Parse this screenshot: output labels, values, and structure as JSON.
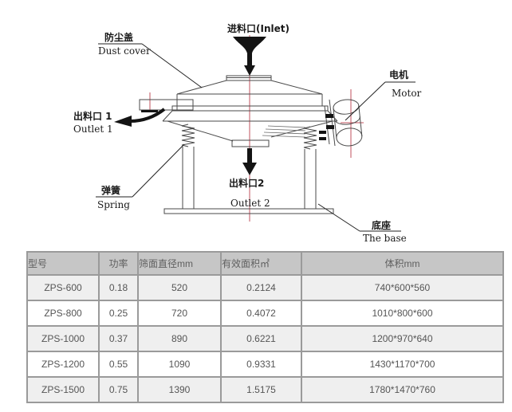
{
  "diagram": {
    "labels": {
      "dust_cover_zh": "防尘盖",
      "dust_cover_en": "Dust cover",
      "inlet": "进料口(Inlet)",
      "motor_zh": "电机",
      "motor_en": "Motor",
      "outlet1_zh": "出料口 1",
      "outlet1_en": "Outlet 1",
      "spring_zh": "弹簧",
      "spring_en": "Spring",
      "outlet2_zh": "出料口2",
      "outlet2_en": "Outlet 2",
      "base_zh": "底座",
      "base_en": "The base"
    },
    "colors": {
      "line": "#4a4a4a",
      "centerline": "#c0505e",
      "label_text": "#1a1a1a"
    }
  },
  "table": {
    "headers": [
      "型号",
      "功率",
      "筛面直径mm",
      "有效面积㎡",
      "体积mm"
    ],
    "rows": [
      [
        "ZPS-600",
        "0.18",
        "520",
        "0.2124",
        "740*600*560"
      ],
      [
        "ZPS-800",
        "0.25",
        "720",
        "0.4072",
        "1010*800*600"
      ],
      [
        "ZPS-1000",
        "0.37",
        "890",
        "0.6221",
        "1200*970*640"
      ],
      [
        "ZPS-1200",
        "0.55",
        "1090",
        "0.9331",
        "1430*1170*700"
      ],
      [
        "ZPS-1500",
        "0.75",
        "1390",
        "1.5175",
        "1780*1470*760"
      ]
    ],
    "colors": {
      "header_bg": "#c6c6c6",
      "row_odd_bg": "#efefef",
      "row_even_bg": "#ffffff",
      "grid": "#9a9a9a",
      "text": "#555555"
    }
  }
}
